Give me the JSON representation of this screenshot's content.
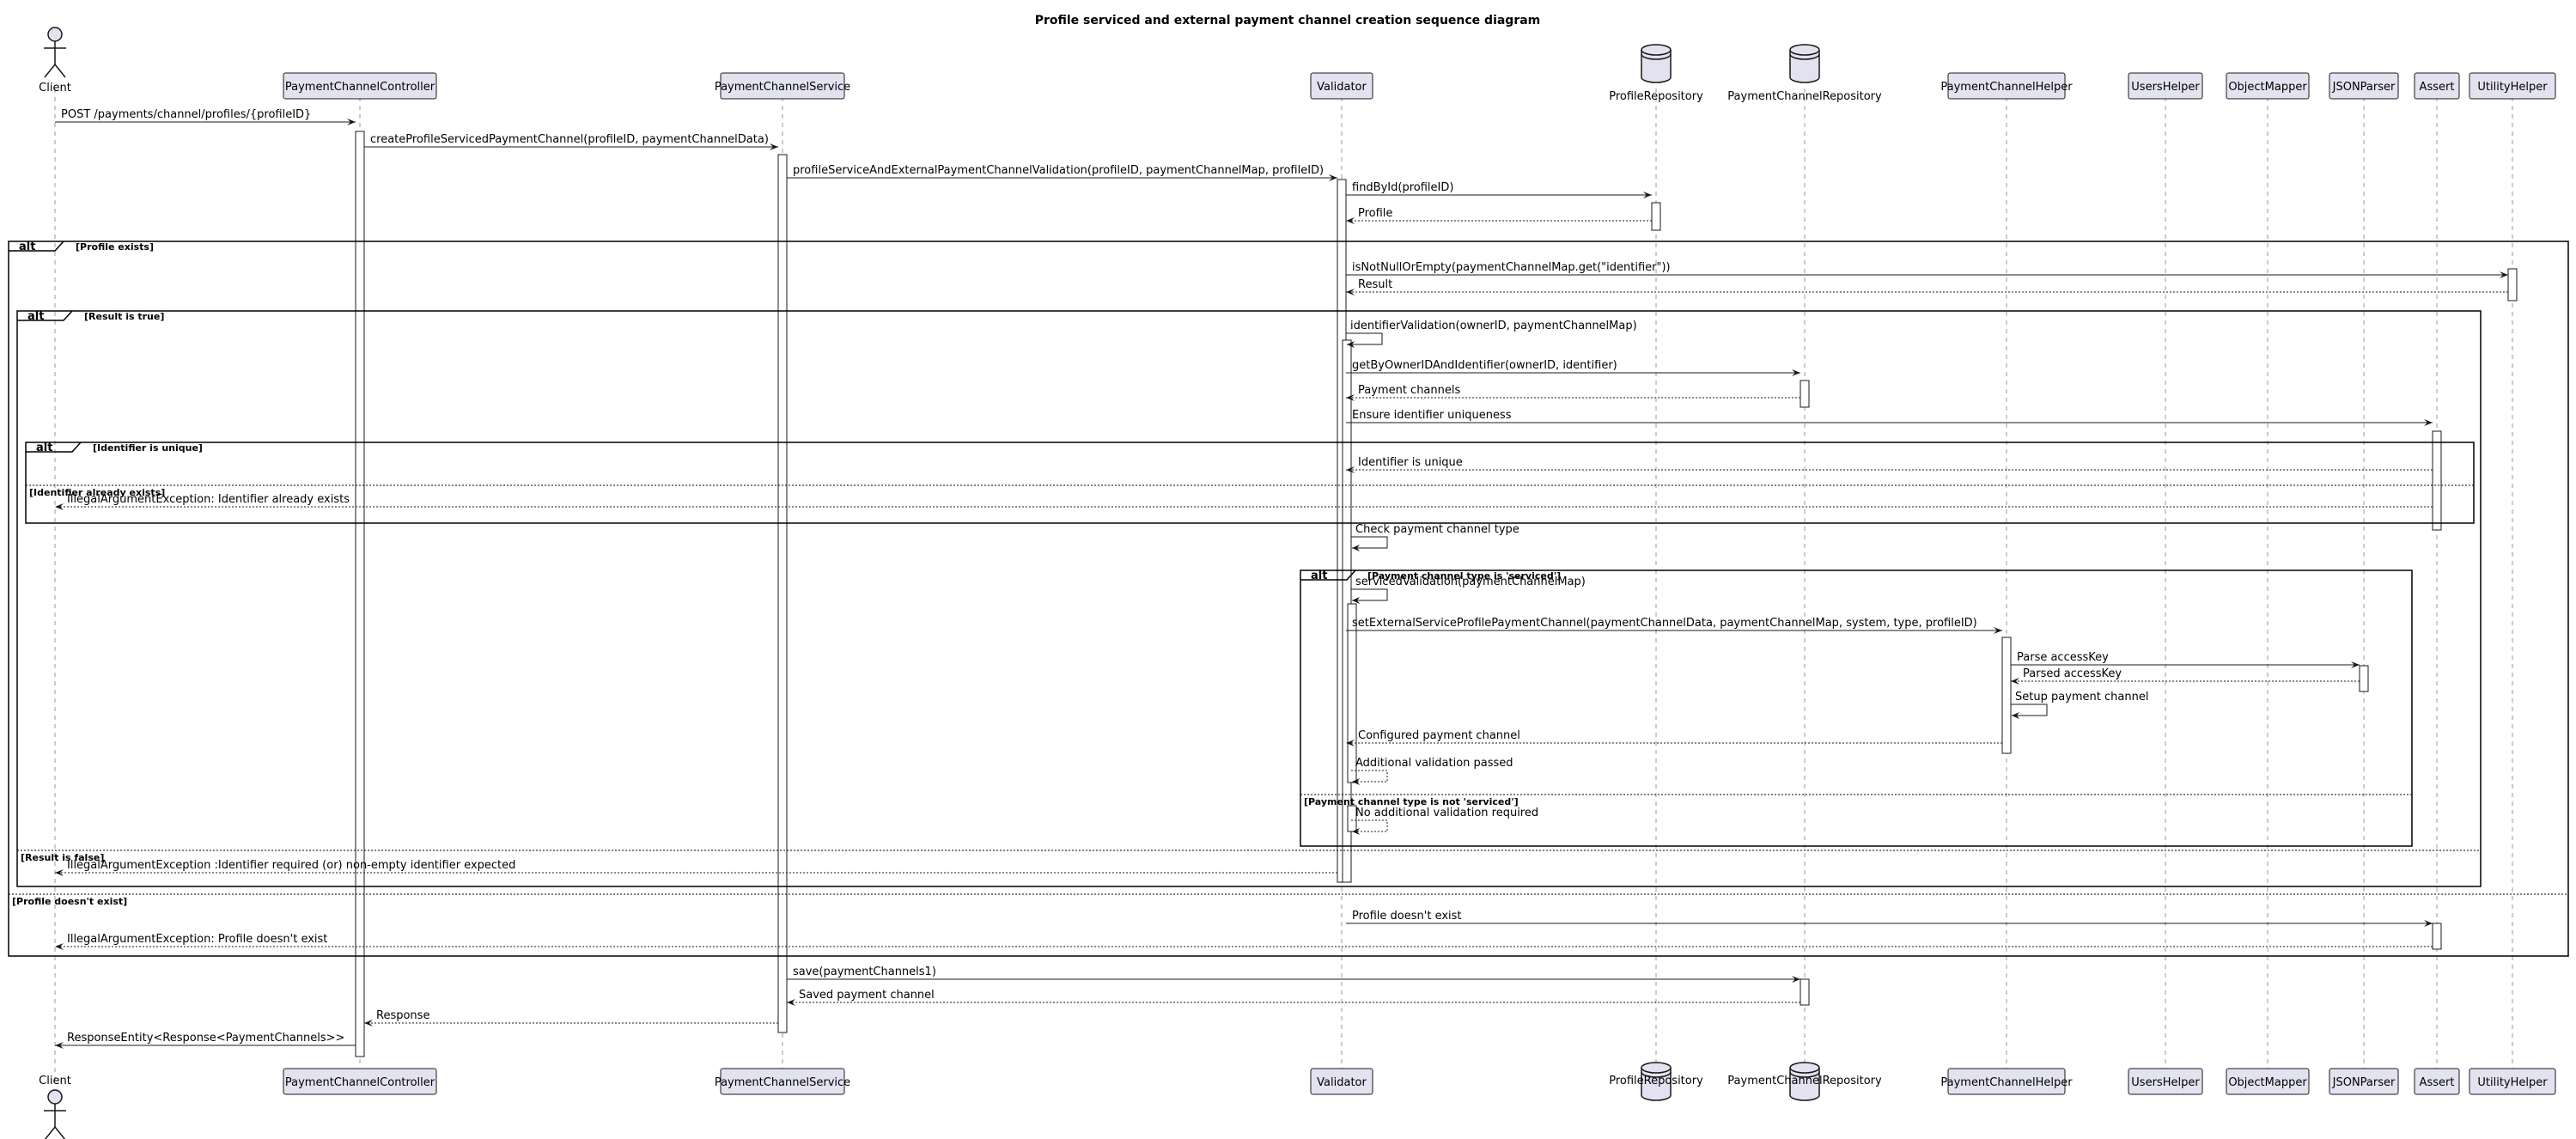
{
  "title": "Profile serviced and external payment channel creation sequence diagram",
  "participants": [
    {
      "id": "client",
      "label": "Client",
      "kind": "actor"
    },
    {
      "id": "pcc",
      "label": "PaymentChannelController",
      "kind": "box"
    },
    {
      "id": "pcs",
      "label": "PaymentChannelService",
      "kind": "box"
    },
    {
      "id": "val",
      "label": "Validator",
      "kind": "box"
    },
    {
      "id": "pr",
      "label": "ProfileRepository",
      "kind": "database"
    },
    {
      "id": "pcr",
      "label": "PaymentChannelRepository",
      "kind": "database"
    },
    {
      "id": "pch",
      "label": "PaymentChannelHelper",
      "kind": "box"
    },
    {
      "id": "uh",
      "label": "UsersHelper",
      "kind": "box"
    },
    {
      "id": "om",
      "label": "ObjectMapper",
      "kind": "box"
    },
    {
      "id": "jp",
      "label": "JSONParser",
      "kind": "box"
    },
    {
      "id": "as",
      "label": "Assert",
      "kind": "box"
    },
    {
      "id": "ut",
      "label": "UtilityHelper",
      "kind": "box"
    }
  ],
  "messages": [
    {
      "from": "client",
      "to": "pcc",
      "label": "POST /payments/channel/profiles/{profileID}",
      "dashed": false
    },
    {
      "from": "pcc",
      "to": "pcs",
      "label": "createProfileServicedPaymentChannel(profileID, paymentChannelData)",
      "dashed": false
    },
    {
      "from": "pcs",
      "to": "val",
      "label": "profileServiceAndExternalPaymentChannelValidation(profileID, paymentChannelMap, profileID)",
      "dashed": false
    },
    {
      "from": "val",
      "to": "pr",
      "label": "findById(profileID)",
      "dashed": false
    },
    {
      "from": "pr",
      "to": "val",
      "label": "Profile",
      "dashed": true
    },
    {
      "from": "val",
      "to": "ut",
      "label": "isNotNullOrEmpty(paymentChannelMap.get(\"identifier\"))",
      "dashed": false
    },
    {
      "from": "ut",
      "to": "val",
      "label": "Result",
      "dashed": true
    },
    {
      "from": "val",
      "to": "val",
      "label": "identifierValidation(ownerID, paymentChannelMap)",
      "self": true
    },
    {
      "from": "val",
      "to": "pcr",
      "label": "getByOwnerIDAndIdentifier(ownerID, identifier)",
      "dashed": false
    },
    {
      "from": "pcr",
      "to": "val",
      "label": "Payment channels",
      "dashed": true
    },
    {
      "from": "val",
      "to": "as",
      "label": "Ensure identifier uniqueness",
      "dashed": false
    },
    {
      "from": "as",
      "to": "val",
      "label": "Identifier is unique",
      "dashed": true
    },
    {
      "from": "as",
      "to": "client",
      "label": "IllegalArgumentException: Identifier already exists",
      "dashed": true
    },
    {
      "from": "val",
      "to": "val",
      "label": "Check payment channel type",
      "self": true
    },
    {
      "from": "val",
      "to": "val",
      "label": "servicedValidation(paymentChannelMap)",
      "self": true
    },
    {
      "from": "val",
      "to": "pch",
      "label": "setExternalServiceProfilePaymentChannel(paymentChannelData, paymentChannelMap, system, type, profileID)",
      "dashed": false
    },
    {
      "from": "pch",
      "to": "jp",
      "label": "Parse accessKey",
      "dashed": false
    },
    {
      "from": "jp",
      "to": "pch",
      "label": "Parsed accessKey",
      "dashed": true
    },
    {
      "from": "pch",
      "to": "pch",
      "label": "Setup payment channel",
      "self": true
    },
    {
      "from": "pch",
      "to": "val",
      "label": "Configured payment channel",
      "dashed": true
    },
    {
      "from": "val",
      "to": "val",
      "label": "Additional validation passed",
      "self": true,
      "dashed": true
    },
    {
      "from": "val",
      "to": "val",
      "label": "No additional validation required",
      "self": true,
      "dashed": true
    },
    {
      "from": "val",
      "to": "client",
      "label": "IllegalArgumentException :Identifier required (or) non-empty identifier expected",
      "dashed": true
    },
    {
      "from": "val",
      "to": "as",
      "label": "Profile doesn't exist",
      "dashed": false
    },
    {
      "from": "as",
      "to": "client",
      "label": "IllegalArgumentException: Profile doesn't exist",
      "dashed": true
    },
    {
      "from": "pcs",
      "to": "pcr",
      "label": "save(paymentChannels1)",
      "dashed": false
    },
    {
      "from": "pcr",
      "to": "pcs",
      "label": "Saved payment channel",
      "dashed": true
    },
    {
      "from": "pcs",
      "to": "pcc",
      "label": "Response",
      "dashed": true
    },
    {
      "from": "pcc",
      "to": "client",
      "label": "ResponseEntity<Response<PaymentChannels>>",
      "dashed": false
    }
  ],
  "fragments": [
    {
      "tag": "alt",
      "conditions": [
        "[Profile exists]",
        "[Profile doesn't exist]"
      ]
    },
    {
      "tag": "alt",
      "conditions": [
        "[Result is true]",
        "[Result is false]"
      ]
    },
    {
      "tag": "alt",
      "conditions": [
        "[Identifier is unique]",
        "[Identifier already exists]"
      ]
    },
    {
      "tag": "alt",
      "conditions": [
        "[Payment channel type is 'serviced']",
        "[Payment channel type is not 'serviced']"
      ]
    }
  ]
}
